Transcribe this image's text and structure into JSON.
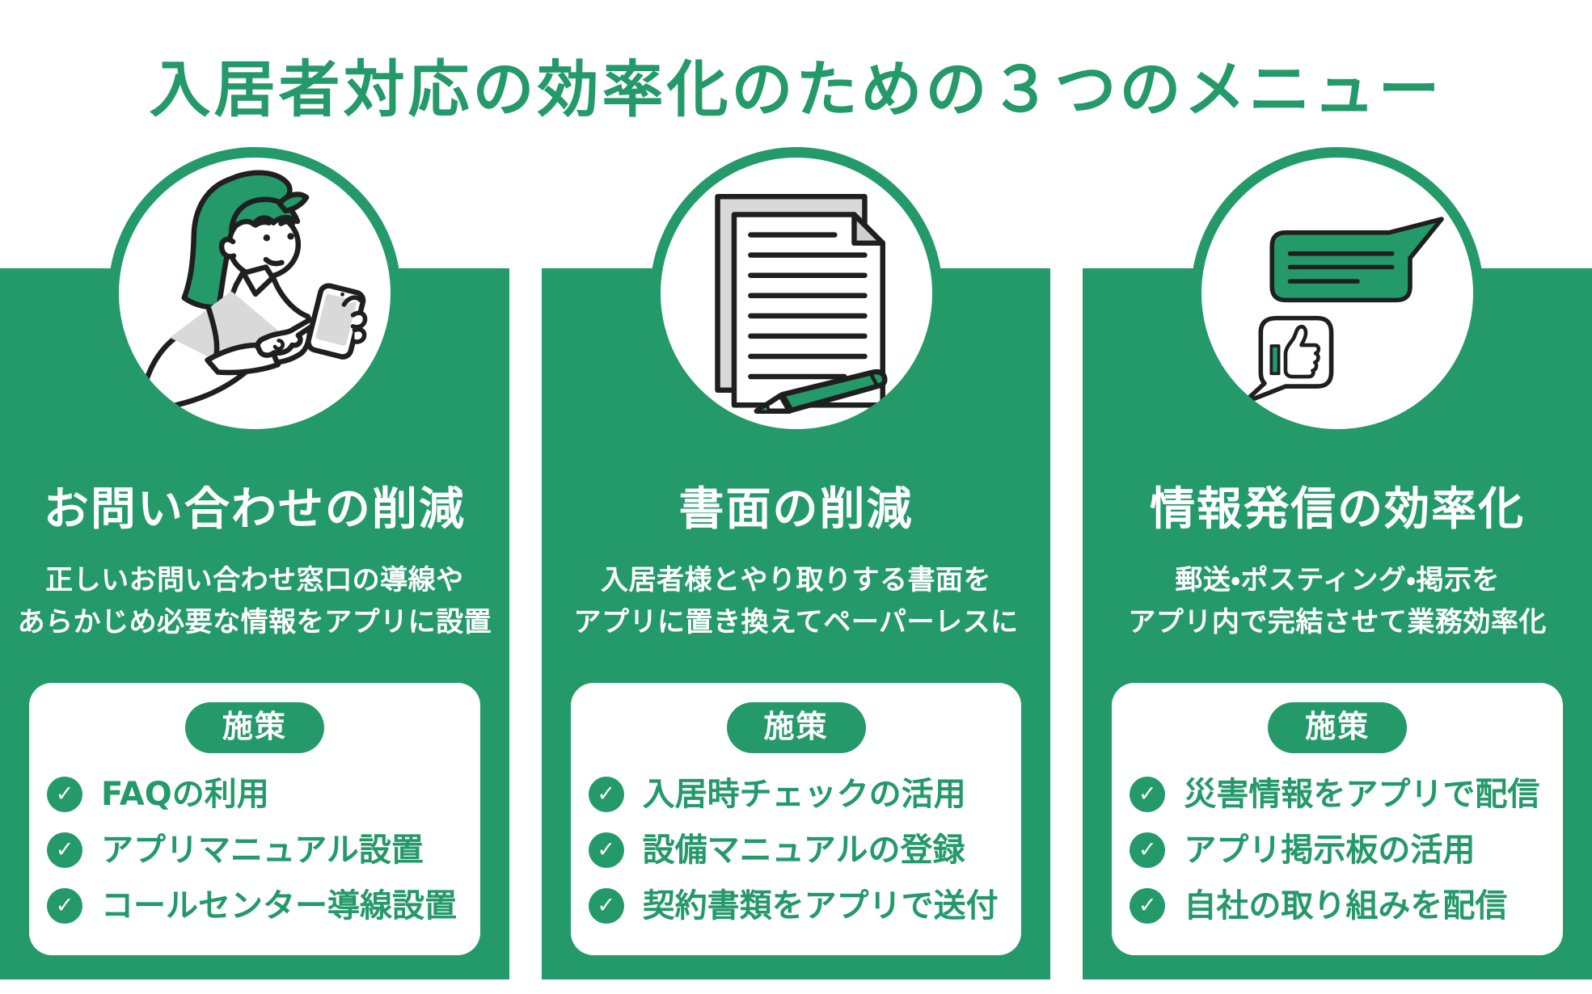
{
  "title": "入居者対応の効率化のための３つのメニュー",
  "ui": {
    "check_glyph": "✓"
  },
  "colors": {
    "accent_green": "#24996a",
    "panel_text": "#ffffff",
    "card_background": "#ffffff",
    "illustration_ink": "#1f1f1f",
    "illustration_gray": "#d9d9d9"
  },
  "columns": [
    {
      "icon": "woman-using-smartphone-icon",
      "heading": "お問い合わせの削減",
      "description_lines": [
        "正しいお問い合わせ窓口の導線や",
        "あらかじめ必要な情報をアプリに設置"
      ],
      "badge": "施策",
      "items": [
        "FAQの利用",
        "アプリマニュアル設置",
        "コールセンター導線設置"
      ]
    },
    {
      "icon": "documents-and-pencil-icon",
      "heading": "書面の削減",
      "description_lines": [
        "入居者様とやり取りする書面を",
        "アプリに置き換えてペーパーレスに"
      ],
      "badge": "施策",
      "items": [
        "入居時チェックの活用",
        "設備マニュアルの登録",
        "契約書類をアプリで送付"
      ]
    },
    {
      "icon": "speech-bubbles-thumbs-up-icon",
      "heading": "情報発信の効率化",
      "description_lines": [
        "郵送・ポスティング・掲示を",
        "アプリ内で完結させて業務効率化"
      ],
      "badge": "施策",
      "items": [
        "災害情報をアプリで配信",
        "アプリ掲示板の活用",
        "自社の取り組みを配信"
      ]
    }
  ]
}
